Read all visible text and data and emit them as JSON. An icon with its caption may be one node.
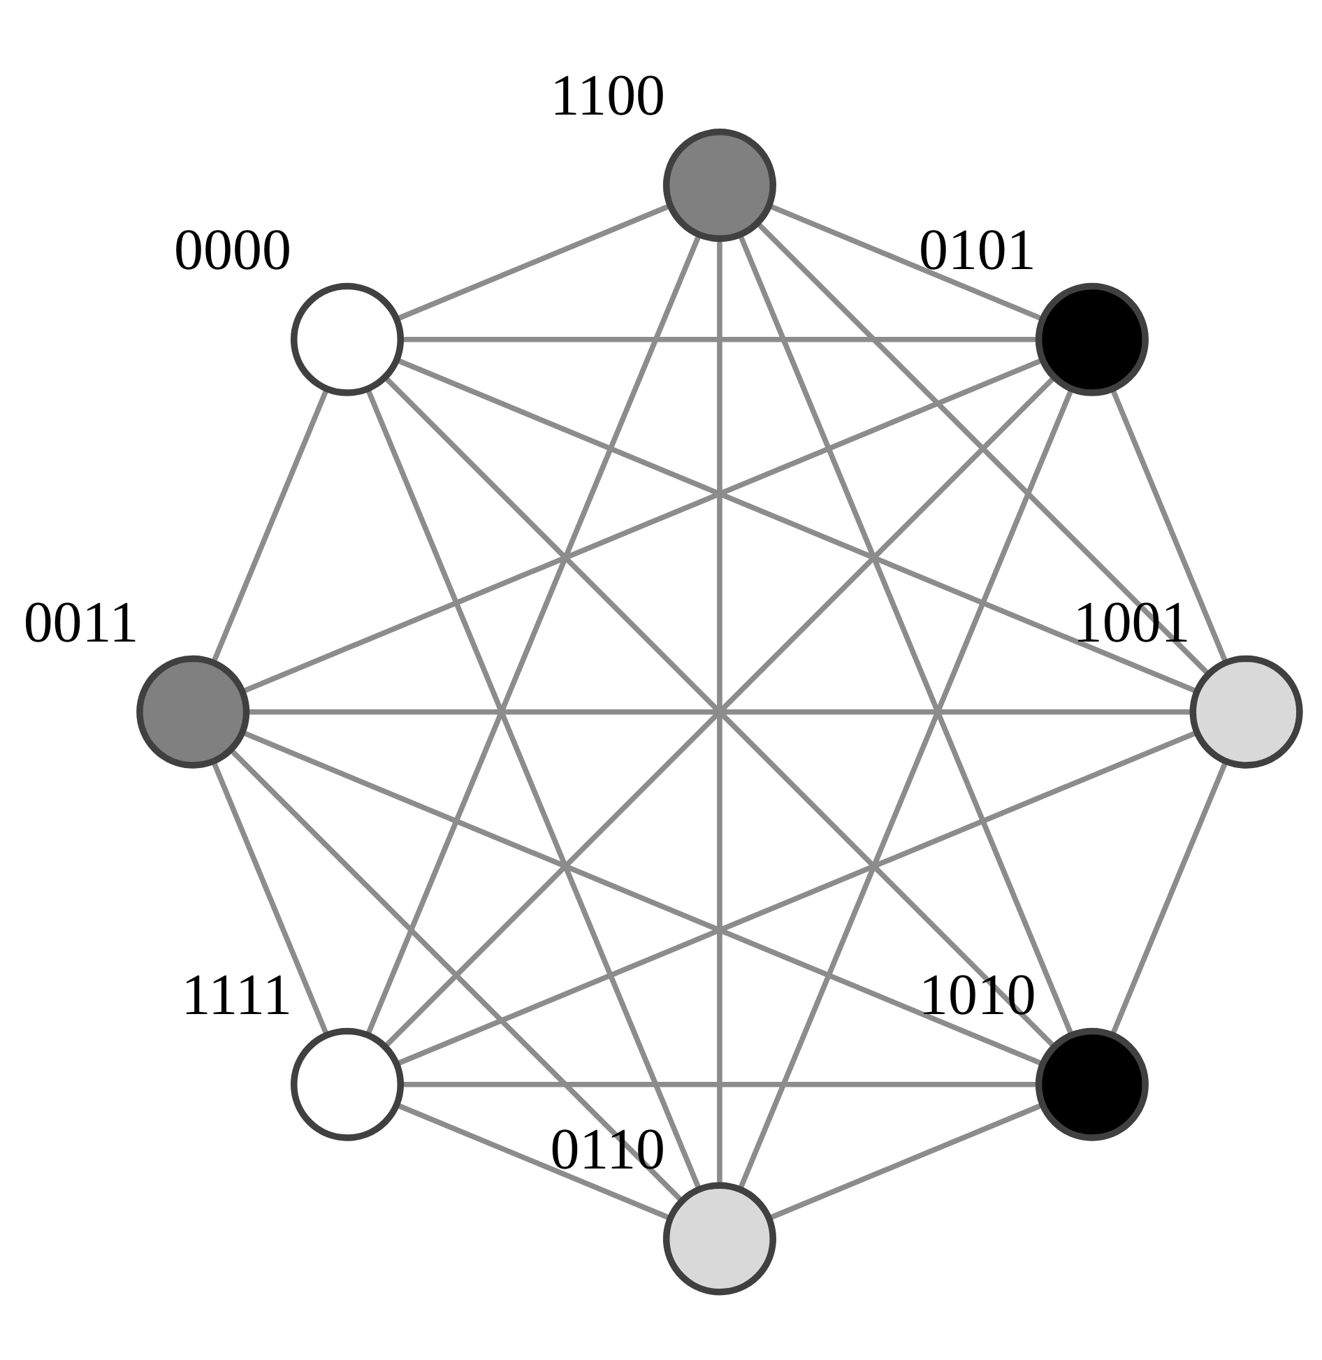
{
  "diagram": {
    "nodes": [
      {
        "text": [],
        "shape": "circle",
        "beside": [
          "1001"
        ]
      },
      {
        "text": [],
        "shape": "circle",
        "beside": [
          "0110"
        ]
      },
      {
        "text": [],
        "shape": "circle",
        "beside": [
          "1010"
        ]
      },
      {
        "text": [],
        "shape": "circle",
        "beside": [
          "0101"
        ]
      },
      {
        "text": [],
        "shape": "circle",
        "beside": [
          "1100"
        ]
      },
      {
        "text": [],
        "shape": "circle",
        "beside": [
          "0011"
        ]
      },
      {
        "text": [],
        "shape": "circle",
        "beside": [
          "1111"
        ]
      },
      {
        "text": [],
        "shape": "circle",
        "beside": [
          "0000"
        ]
      }
    ],
    "edges": [
      {
        "from": 0,
        "to": 2,
        "arrow": "none"
      },
      {
        "from": 0,
        "to": 3,
        "arrow": "none"
      },
      {
        "from": 0,
        "to": 4,
        "arrow": "none"
      },
      {
        "from": 0,
        "to": 5,
        "arrow": "none"
      },
      {
        "from": 0,
        "to": 6,
        "arrow": "none"
      },
      {
        "from": 0,
        "to": 7,
        "arrow": "none"
      },
      {
        "from": 1,
        "to": 2,
        "arrow": "none"
      },
      {
        "from": 1,
        "to": 3,
        "arrow": "none"
      },
      {
        "from": 1,
        "to": 4,
        "arrow": "none"
      },
      {
        "from": 1,
        "to": 5,
        "arrow": "none"
      },
      {
        "from": 1,
        "to": 6,
        "arrow": "none"
      },
      {
        "from": 1,
        "to": 7,
        "arrow": "none"
      },
      {
        "from": 2,
        "to": 4,
        "arrow": "none"
      },
      {
        "from": 2,
        "to": 5,
        "arrow": "none"
      },
      {
        "from": 2,
        "to": 6,
        "arrow": "none"
      },
      {
        "from": 2,
        "to": 7,
        "arrow": "none"
      },
      {
        "from": 3,
        "to": 4,
        "arrow": "none"
      },
      {
        "from": 3,
        "to": 5,
        "arrow": "none"
      },
      {
        "from": 3,
        "to": 6,
        "arrow": "none"
      },
      {
        "from": 3,
        "to": 7,
        "arrow": "none"
      },
      {
        "from": 4,
        "to": 6,
        "arrow": "none"
      },
      {
        "from": 4,
        "to": 7,
        "arrow": "none"
      },
      {
        "from": 5,
        "to": 6,
        "arrow": "none"
      },
      {
        "from": 5,
        "to": 7,
        "arrow": "none"
      }
    ]
  }
}
